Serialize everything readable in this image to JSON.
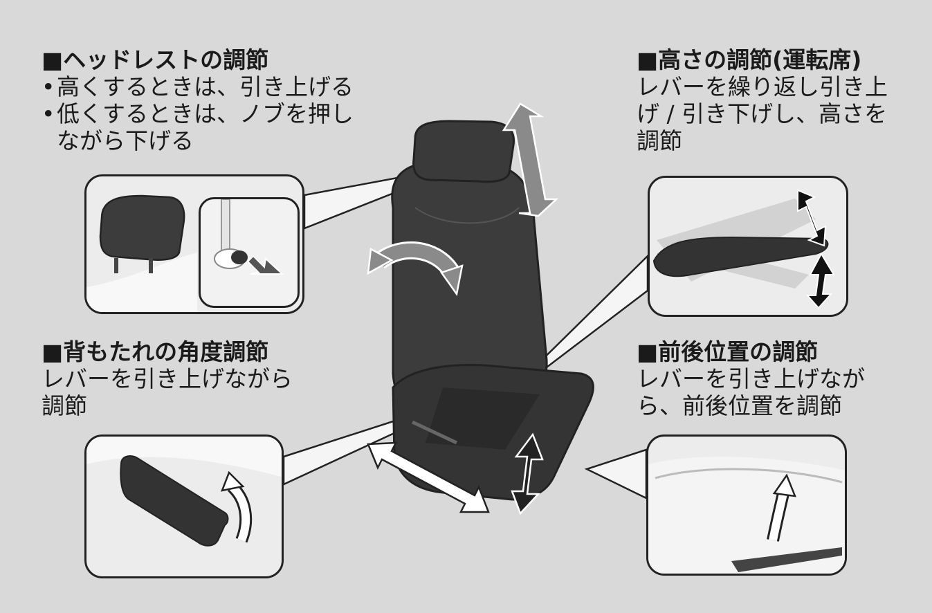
{
  "headrest": {
    "title": "■ヘッドレストの調節",
    "lines": [
      "高くするときは、引き上げる",
      "低くするときは、ノブを押し",
      "ながら下げる"
    ]
  },
  "height": {
    "title": "■高さの調節(運転席)",
    "lines": [
      "レバーを繰り返し引き上",
      "げ / 引き下げし、高さを",
      "調節"
    ]
  },
  "recline": {
    "title": "■背もたれの角度調節",
    "lines": [
      "レバーを引き上げながら",
      "調節"
    ]
  },
  "slide": {
    "title": "■前後位置の調節",
    "lines": [
      "レバーを引き上げなが",
      "ら、前後位置を調節"
    ]
  },
  "icons": {
    "seat": "car-seat-illustration",
    "headrest_arrow": "up-down-arrow-icon",
    "recline_arrow": "curved-double-arrow-icon",
    "slide_arrow": "diagonal-double-arrow-icon",
    "height_arrow": "up-down-arrow-icon"
  },
  "colors": {
    "background": "#d9d9d9",
    "seat": "#3a3a3a",
    "arrow_gray": "#8a8a8a",
    "arrow_white": "#ffffff",
    "outline": "#222222"
  }
}
